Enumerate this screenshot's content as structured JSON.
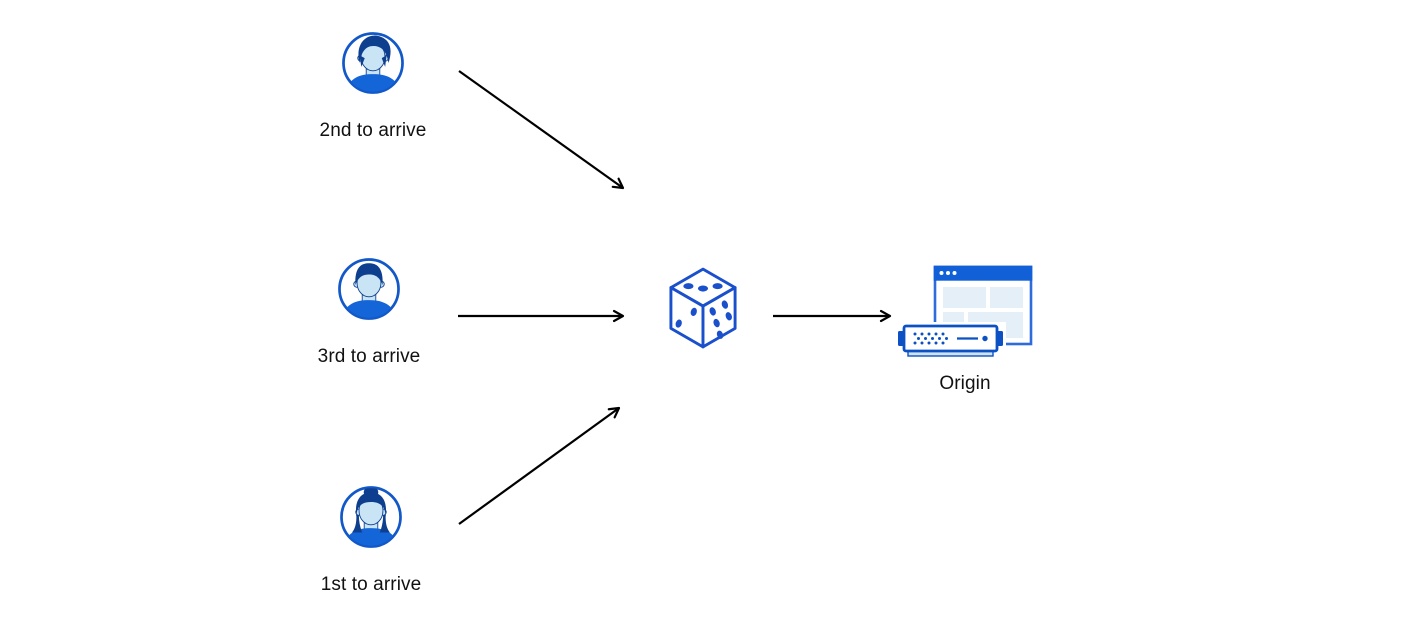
{
  "diagram": {
    "nodes": {
      "visitor_second": {
        "label": "2nd to arrive",
        "icon": "user-avatar-icon"
      },
      "visitor_third": {
        "label": "3rd to arrive",
        "icon": "user-avatar-icon"
      },
      "visitor_first": {
        "label": "1st to arrive",
        "icon": "user-avatar-icon"
      },
      "dice": {
        "icon": "dice-icon"
      },
      "origin": {
        "label": "Origin",
        "icon": "origin-server-icon"
      }
    },
    "colors": {
      "avatar_ring_blue": "#1258c8",
      "hair_navy": "#0e3f8f",
      "face_light_blue": "#c9e4f5",
      "shirt_blue": "#1465d8",
      "dice_blue": "#1a50cc",
      "browser_titlebar_blue": "#1160d8",
      "browser_border_blue": "#2e6bdb",
      "browser_block_pale_blue": "#e4eff8",
      "server_blue": "#0b51c4",
      "server_base_blue": "#cfe3f4",
      "arrow_black": "#000000",
      "label_text": "#111111",
      "background": "#ffffff"
    }
  }
}
